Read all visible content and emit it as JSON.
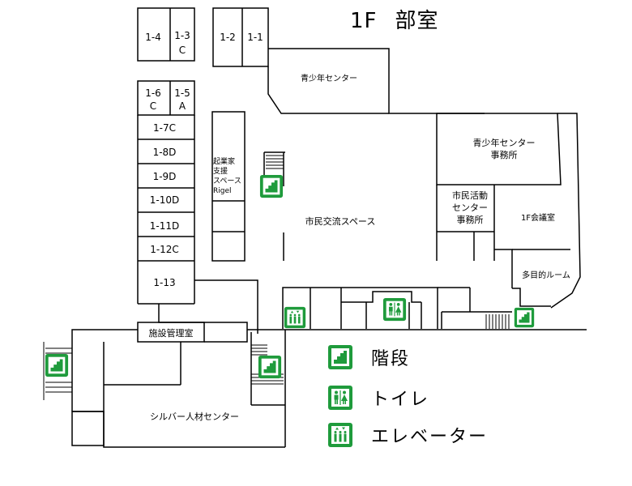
{
  "floor_title": {
    "floor": "1F",
    "name": "部室"
  },
  "rooms": {
    "r1_1": "1-1",
    "r1_2": "1-2",
    "r1_3": "1-3",
    "r1_3_sub": "C",
    "r1_4": "1-4",
    "r1_5": "1-5",
    "r1_5_sub": "A",
    "r1_6": "1-6",
    "r1_6_sub": "C",
    "r1_7": "1-7C",
    "r1_8": "1-8D",
    "r1_9": "1-9D",
    "r1_10": "1-10D",
    "r1_11": "1-11D",
    "r1_12": "1-12C",
    "r1_13": "1-13",
    "youth_center": "青少年センター",
    "youth_office_l1": "青少年センター",
    "youth_office_l2": "事務所",
    "civic_office_l1": "市民活動",
    "civic_office_l2": "センター",
    "civic_office_l3": "事務所",
    "meeting_1f": "1F会議室",
    "multipurpose": "多目的ルーム",
    "exchange_space": "市民交流スペース",
    "rigel_l1": "起業家",
    "rigel_l2": "支援",
    "rigel_l3": "スペース",
    "rigel_l4": "Rigel",
    "facility_mgmt": "施設管理室",
    "silver_center": "シルバー人材センター"
  },
  "legend": {
    "stairs": "階段",
    "toilet": "トイレ",
    "elevator": "エレベーター"
  },
  "colors": {
    "accent_green": "#1f9b3c",
    "wall": "#000000",
    "background": "#ffffff"
  },
  "icons": [
    "stairs-icon",
    "toilet-icon",
    "elevator-icon"
  ]
}
